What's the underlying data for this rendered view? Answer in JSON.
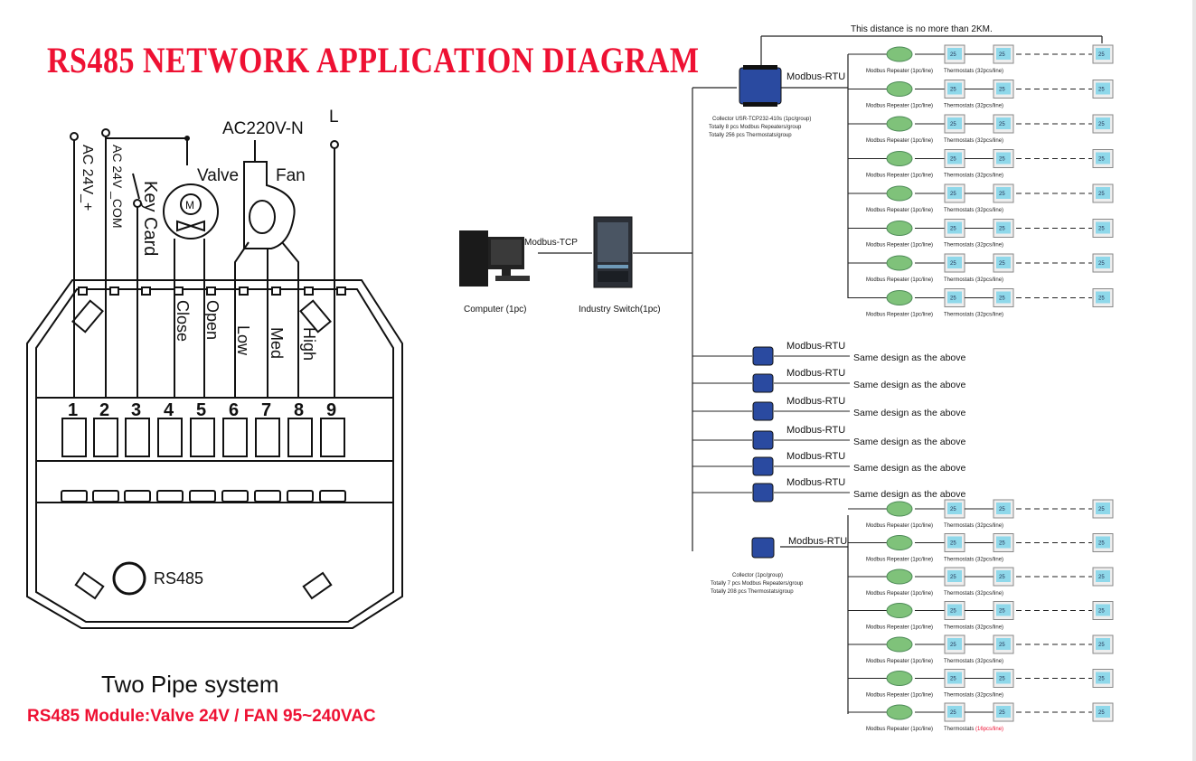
{
  "title": "RS485 NETWORK APPLICATION DIAGRAM",
  "wiring": {
    "labels": {
      "ac24_plus": "AC 24V_+",
      "ac24_com": "AC 24V _COM",
      "key_card": "Key Card",
      "valve": "Valve",
      "fan": "Fan",
      "ac220_n": "AC220V-N",
      "live": "L",
      "motor": "M",
      "rs485": "RS485"
    },
    "terminals": [
      "1",
      "2",
      "3",
      "4",
      "5",
      "6",
      "7",
      "8",
      "9"
    ],
    "terminal_functions": [
      "Close",
      "Open",
      "Low",
      "Med",
      "High"
    ],
    "system_name": "Two Pipe system",
    "module_spec": "RS485 Module:Valve 24V / FAN 95~240VAC"
  },
  "network": {
    "distance_note": "This distance is no more than 2KM.",
    "computer_label": "Computer (1pc)",
    "switch_label": "Industry Switch(1pc)",
    "tcp_label": "Modbus-TCP",
    "rtu_label": "Modbus-RTU",
    "group1": {
      "collector_lines": [
        "Collector USR-TCP232-410s (1pc/group)",
        "Totally 8 pcs Modbus Repeaters/group",
        "Totally 256 pcs Thermostats/group"
      ],
      "rows": [
        {
          "repeater": "Modbus Repeater (1pc/line)",
          "thermostats": "Thermostats (32pcs/line)"
        },
        {
          "repeater": "Modbus Repeater (1pc/line)",
          "thermostats": "Thermostats (32pcs/line)"
        },
        {
          "repeater": "Modbus Repeater (1pc/line)",
          "thermostats": "Thermostats (32pcs/line)"
        },
        {
          "repeater": "Modbus Repeater (1pc/line)",
          "thermostats": "Thermostats (32pcs/line)"
        },
        {
          "repeater": "Modbus Repeater (1pc/line)",
          "thermostats": "Thermostats (32pcs/line)"
        },
        {
          "repeater": "Modbus Repeater (1pc/line)",
          "thermostats": "Thermostats (32pcs/line)"
        },
        {
          "repeater": "Modbus Repeater (1pc/line)",
          "thermostats": "Thermostats (32pcs/line)"
        },
        {
          "repeater": "Modbus Repeater (1pc/line)",
          "thermostats": "Thermostats (32pcs/line)"
        }
      ]
    },
    "same_design": [
      "Same design as the above",
      "Same design as the above",
      "Same design as the above",
      "Same design as the above",
      "Same design as the above",
      "Same design as the above"
    ],
    "group2": {
      "collector_lines": [
        "Collector (1pc/group)",
        "Totally 7 pcs Modbus Repeaters/group",
        "Totally 208 pcs Thermostats/group"
      ],
      "rows": [
        {
          "repeater": "Modbus Repeater (1pc/line)",
          "thermostats": "Thermostats (32pcs/line)"
        },
        {
          "repeater": "Modbus Repeater (1pc/line)",
          "thermostats": "Thermostats (32pcs/line)"
        },
        {
          "repeater": "Modbus Repeater (1pc/line)",
          "thermostats": "Thermostats (32pcs/line)"
        },
        {
          "repeater": "Modbus Repeater (1pc/line)",
          "thermostats": "Thermostats (32pcs/line)"
        },
        {
          "repeater": "Modbus Repeater (1pc/line)",
          "thermostats": "Thermostats (32pcs/line)"
        },
        {
          "repeater": "Modbus Repeater (1pc/line)",
          "thermostats": "Thermostats (32pcs/line)"
        },
        {
          "repeater": "Modbus Repeater (1pc/line)",
          "thermostats_prefix": "Thermostats ",
          "thermostats_highlight": "(16pcs/line)"
        }
      ]
    },
    "thermostat_display": "25",
    "colors": {
      "accent_red": "#ee1133",
      "repeater_green": "#7fc27a",
      "collector_blue": "#2a4aa0",
      "thermostat_screen": "#8fd8ea"
    }
  }
}
